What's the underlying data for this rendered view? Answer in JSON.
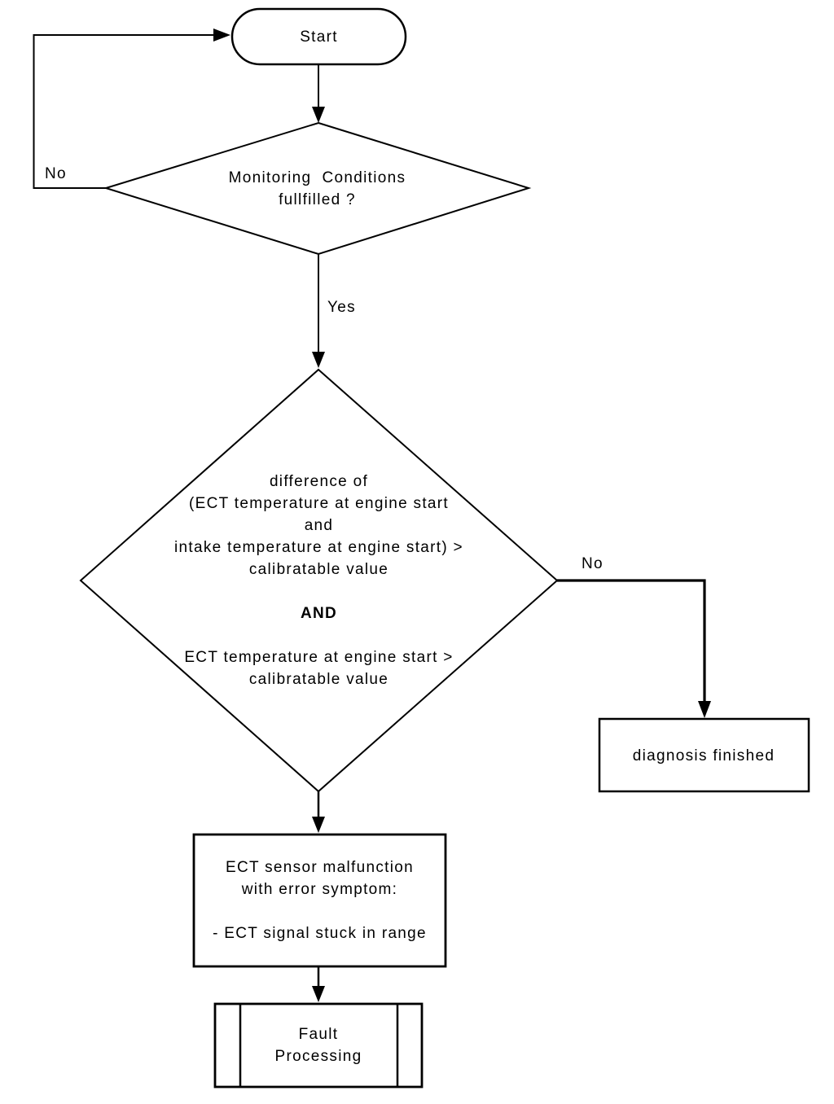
{
  "colors": {
    "ink": "#000000",
    "background": "#ffffff"
  },
  "nodes": {
    "start": {
      "label": "Start"
    },
    "monitoring_decision": {
      "lines": [
        "Monitoring  Conditions",
        "fullfilled ?"
      ]
    },
    "condition_decision": {
      "lines": [
        "difference of",
        "(ECT temperature at engine start",
        "and",
        "intake temperature at engine start) >",
        "calibratable value",
        "",
        "AND",
        "",
        "ECT temperature at engine start >",
        "calibratable value"
      ]
    },
    "diagnosis_finished": {
      "label": "diagnosis finished"
    },
    "ect_malfunction": {
      "lines": [
        "ECT sensor malfunction",
        "with error symptom:",
        "",
        "- ECT signal stuck in range"
      ]
    },
    "fault_processing": {
      "lines": [
        "Fault",
        "Processing"
      ]
    }
  },
  "edge_labels": {
    "monitoring_no": "No",
    "monitoring_yes": "Yes",
    "condition_no": "No"
  }
}
